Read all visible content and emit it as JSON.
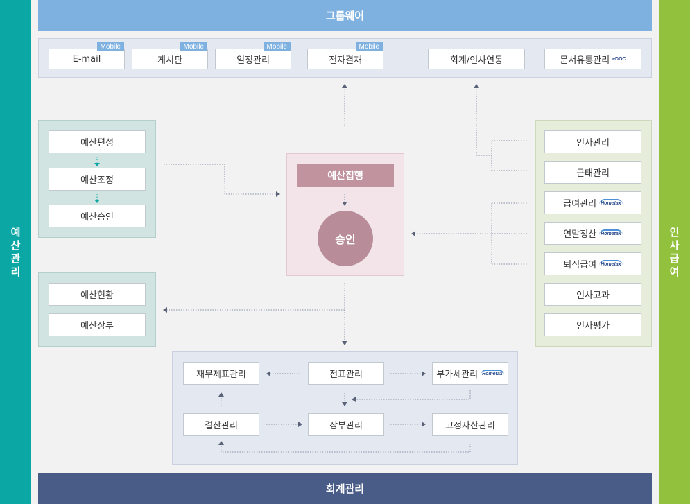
{
  "left_side": {
    "label": [
      "예",
      "산",
      "관",
      "리"
    ]
  },
  "right_side": {
    "label": [
      "인",
      "사",
      "급",
      "여"
    ]
  },
  "groupware": {
    "title": "그룹웨어",
    "items": [
      {
        "label": "E-mail",
        "badge": "Mobile"
      },
      {
        "label": "게시판",
        "badge": "Mobile"
      },
      {
        "label": "일정관리",
        "badge": "Mobile"
      },
      {
        "label": "전자결재",
        "badge": "Mobile"
      },
      {
        "label": "회계/인사연동"
      },
      {
        "label": "문서유통관리",
        "logo": "eDOC"
      }
    ]
  },
  "budget_flow": {
    "items": [
      "예산편성",
      "예산조정",
      "예산승인"
    ]
  },
  "budget_report": {
    "items": [
      "예산현황",
      "예산장부"
    ]
  },
  "execution": {
    "title": "예산집행",
    "approve": "승인"
  },
  "hr": {
    "items": [
      {
        "label": "인사관리"
      },
      {
        "label": "근태관리"
      },
      {
        "label": "급여관리",
        "logo": "Hometax"
      },
      {
        "label": "연말정산",
        "logo": "Hometax"
      },
      {
        "label": "퇴직급여",
        "logo": "Hometax"
      },
      {
        "label": "인사고과"
      },
      {
        "label": "인사평가"
      }
    ]
  },
  "accounting": {
    "title": "회계관리",
    "items": {
      "financial": "재무제표관리",
      "voucher": "전표관리",
      "vat": "부가세관리",
      "settlement": "결산관리",
      "ledger": "장부관리",
      "fixed_assets": "고정자산관리"
    },
    "vat_logo": "Hometax"
  },
  "colors": {
    "left_side": "#0aa7a5",
    "right_side": "#92c13e",
    "groupware_bar": "#7eb1e0",
    "accounting_bar": "#495c88",
    "execution_header": "#c0939f",
    "approve_circle": "#b88d99"
  }
}
